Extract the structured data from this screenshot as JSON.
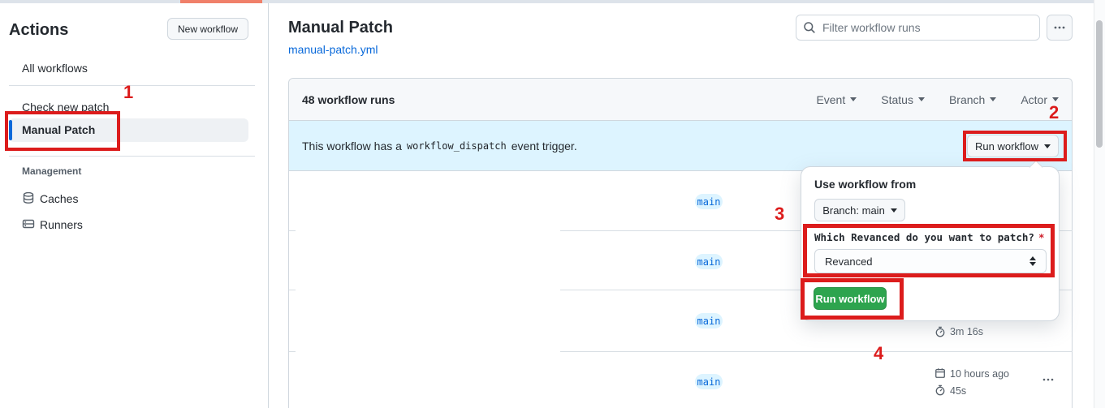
{
  "chrome": {
    "tab_loading_color": "#f0806a"
  },
  "sidebar": {
    "title": "Actions",
    "new_workflow_button": "New workflow",
    "items": [
      {
        "label": "All workflows"
      },
      {
        "label": "Check new patch"
      },
      {
        "label": "Manual Patch",
        "selected": true
      }
    ],
    "management": {
      "heading": "Management",
      "items": [
        {
          "label": "Caches",
          "icon": "cache-database-icon"
        },
        {
          "label": "Runners",
          "icon": "runner-server-icon"
        }
      ]
    }
  },
  "main": {
    "title": "Manual Patch",
    "file_link": "manual-patch.yml",
    "search_placeholder": "Filter workflow runs",
    "kebab_icon": "kebab-horizontal-icon"
  },
  "runs": {
    "count_label": "48 workflow runs",
    "filters": [
      {
        "label": "Event"
      },
      {
        "label": "Status"
      },
      {
        "label": "Branch"
      },
      {
        "label": "Actor"
      }
    ],
    "banner": {
      "text_before": "This workflow has a",
      "code": "workflow_dispatch",
      "text_after": "event trigger.",
      "run_workflow_button": "Run workflow"
    },
    "rows": [
      {
        "branch": "main"
      },
      {
        "branch": "main"
      },
      {
        "branch": "main",
        "duration": "3m 16s"
      },
      {
        "branch": "main",
        "started": "10 hours ago",
        "duration": "45s"
      }
    ]
  },
  "panel": {
    "heading": "Use workflow from",
    "branch_selector": "Branch: main",
    "input_label": "Which Revanced do you want to patch?",
    "required_marker": "*",
    "select_value": "Revanced",
    "run_button": "Run workflow"
  },
  "annotations": {
    "steps": [
      "1",
      "2",
      "3",
      "4"
    ],
    "color": "#dc1c1c"
  },
  "colors": {
    "accent_blue": "#0969da",
    "banner_blue": "#ddf4ff",
    "button_green": "#2da44e",
    "border_gray": "#d0d7de"
  }
}
